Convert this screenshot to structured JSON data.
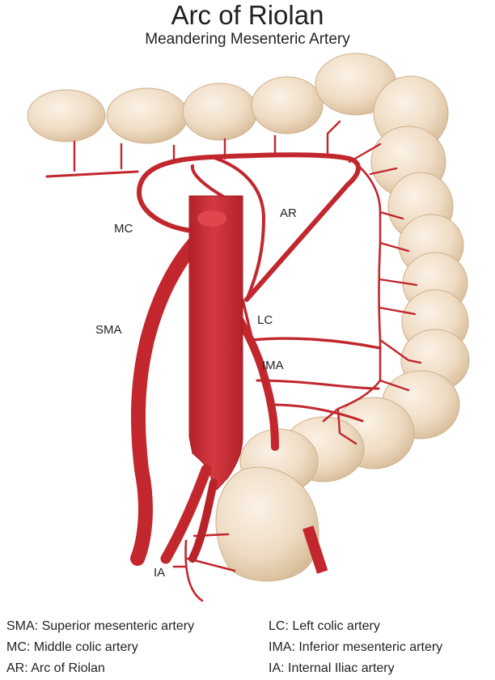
{
  "title": "Arc of Riolan",
  "subtitle": "Meandering Mesenteric Artery",
  "labels": {
    "mc": "MC",
    "ar": "AR",
    "sma": "SMA",
    "lc": "LC",
    "ima": "IMA",
    "ia": "IA"
  },
  "legend": {
    "left": [
      "SMA: Superior mesenteric artery",
      "MC: Middle colic artery",
      "AR: Arc of Riolan"
    ],
    "right": [
      "LC: Left colic artery",
      "IMA: Inferior mesenteric artery",
      "IA: Internal Iliac artery"
    ]
  },
  "colors": {
    "artery": "#c1272d",
    "artery_highlight": "#e0464b",
    "colon": "#efdcc4",
    "colon_shadow": "#d9bf9d"
  }
}
